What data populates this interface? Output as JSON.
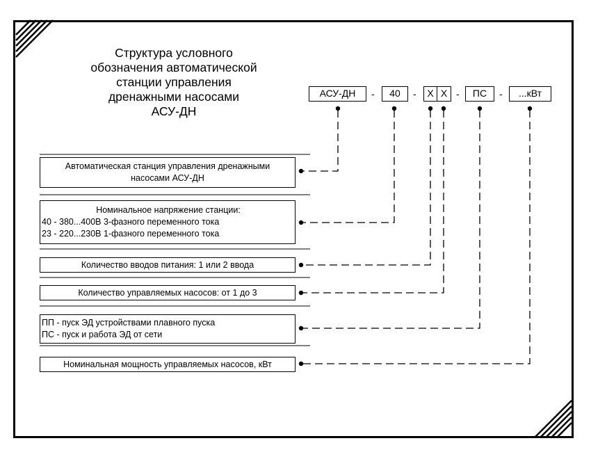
{
  "title": {
    "lines": [
      "Структура условного",
      "обозначения автоматической",
      "станции управления",
      "дренажными насосами",
      "АСУ-ДН"
    ]
  },
  "code": {
    "segments": [
      "АСУ-ДН",
      "40",
      "Х",
      "Х",
      "ПС",
      "...кВт"
    ],
    "separators": [
      "-",
      "-",
      "-",
      "-"
    ]
  },
  "descriptions": [
    {
      "lines": [
        "Автоматическая станция управления дренажными",
        "насосами АСУ-ДН"
      ]
    },
    {
      "lines": [
        "Номинальное напряжение станции:",
        "40 - 380...400В 3-фазного переменного тока",
        "23 - 220...230В 1-фазного переменного тока"
      ]
    },
    {
      "lines": [
        "Количество вводов питания: 1 или 2 ввода"
      ]
    },
    {
      "lines": [
        "Количество управляемых насосов: от 1 до 3"
      ]
    },
    {
      "lines": [
        "ПП - пуск ЭД устройствами плавного пуска",
        "ПС - пуск и работа ЭД от сети"
      ]
    },
    {
      "lines": [
        "Номинальная мощность управляемых насосов, кВт"
      ]
    }
  ]
}
